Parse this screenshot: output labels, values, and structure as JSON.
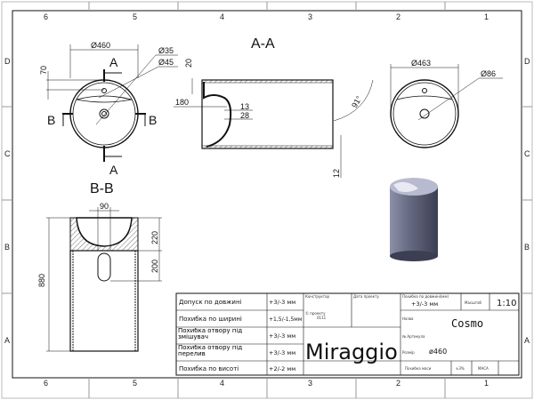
{
  "zones": {
    "columns": [
      "6",
      "5",
      "4",
      "3",
      "2",
      "1"
    ],
    "rows": [
      "D",
      "C",
      "B",
      "A"
    ]
  },
  "views": {
    "top_view": {
      "dia_outer": "Ø460",
      "dia_35": "Ø35",
      "dia_45": "Ø45",
      "dim_70": "70",
      "cut_a": "A",
      "cut_b": "B"
    },
    "section_aa": {
      "title": "A-A",
      "dim_20": "20",
      "dim_180": "180",
      "dim_13": "13",
      "dim_28": "28",
      "angle": "91°",
      "dim_12": "12"
    },
    "side_view": {
      "dia_outer": "Ø463",
      "dia_86": "Ø86"
    },
    "section_bb": {
      "title": "B-B",
      "dim_90": "90",
      "dim_220": "220",
      "dim_200": "200",
      "dim_880": "880"
    }
  },
  "title_block": {
    "tolerances": [
      {
        "label": "Допуск по довжині",
        "value": "+3/-3 мм"
      },
      {
        "label": "Похибка по ширині",
        "value": "+1,5/-1,5мм"
      },
      {
        "label": "Похибка отвору під змішувач",
        "value": "+3/-3 мм"
      },
      {
        "label": "Похибка отвору під перелив",
        "value": "+3/-3 мм"
      },
      {
        "label": "Похибка по висоті",
        "value": "+2/-2 мм"
      }
    ],
    "designer_label": "Конструктор",
    "date_label": "Дата проекту",
    "copyright": "© проекту",
    "copyright_sub": "0111",
    "brand": "Miraggio",
    "length_tol_label": "Похибка по довжині(мм)",
    "length_tol_value": "+3/-3 мм",
    "scale_label": "Масштаб",
    "scale_value": "1:10",
    "name_label": "Назва",
    "name_value": "Cosmo",
    "article_label": "№ Артикула",
    "size_label": "Розмір",
    "size_value": "ø460",
    "mass_tol_label": "Похибка маси",
    "mass_tol_value": "±3%",
    "mass_label": "МАСА"
  },
  "colors": {
    "line": "#111111",
    "render": "#5a5e72"
  }
}
